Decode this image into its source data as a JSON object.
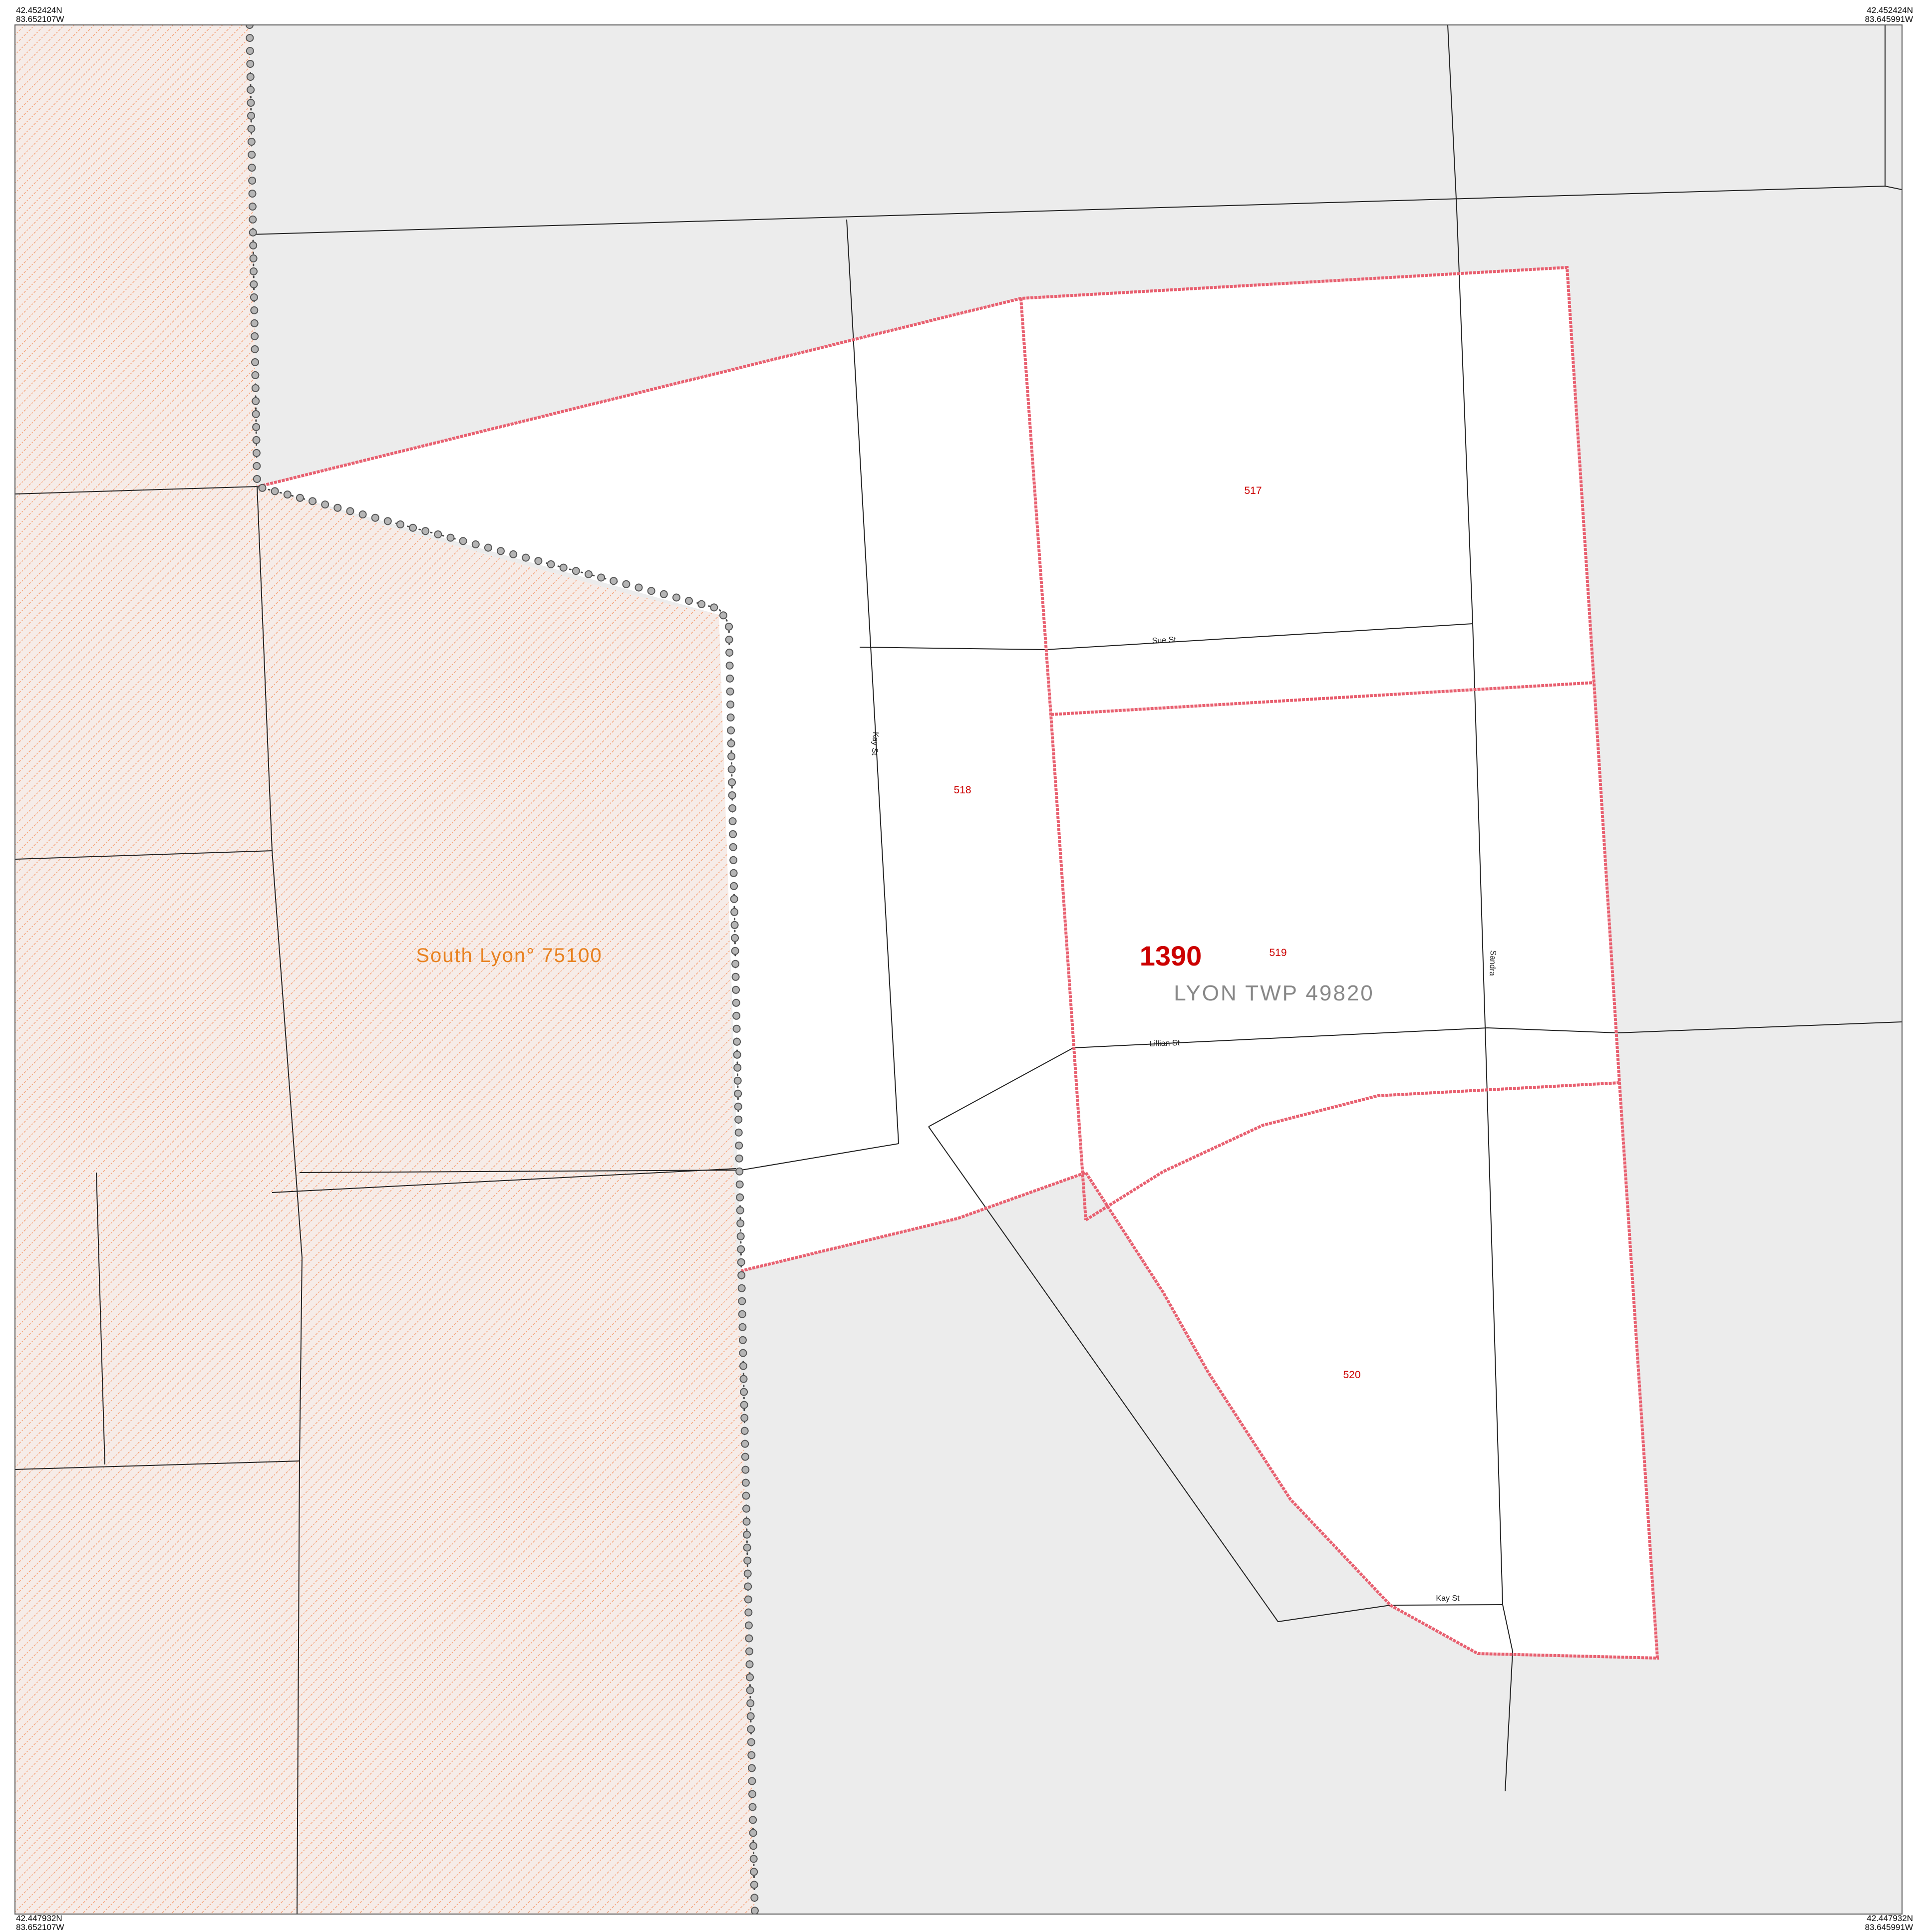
{
  "corners": {
    "top_left": {
      "lat": "42.452424N",
      "lon": "83.652107W"
    },
    "top_right": {
      "lat": "42.452424N",
      "lon": "83.645991W"
    },
    "bottom_left": {
      "lat": "42.447932N",
      "lon": "83.652107W"
    },
    "bottom_right": {
      "lat": "42.447932N",
      "lon": "83.645991W"
    }
  },
  "areas": {
    "city": "South Lyon° 75100",
    "township": "LYON TWP 49820",
    "zone_id": "1390"
  },
  "blocks": [
    "517",
    "518",
    "519",
    "520"
  ],
  "streets": {
    "sue": "Sue St",
    "kay_vertical": "Kay St",
    "sandra": "Sandra",
    "lillian": "Lillian St",
    "kay_bottom": "Kay St"
  },
  "colors": {
    "outside": "#ececec",
    "city_hatch": "#f4a37a",
    "zone_boundary": "#e86070",
    "road_line": "#222222"
  }
}
